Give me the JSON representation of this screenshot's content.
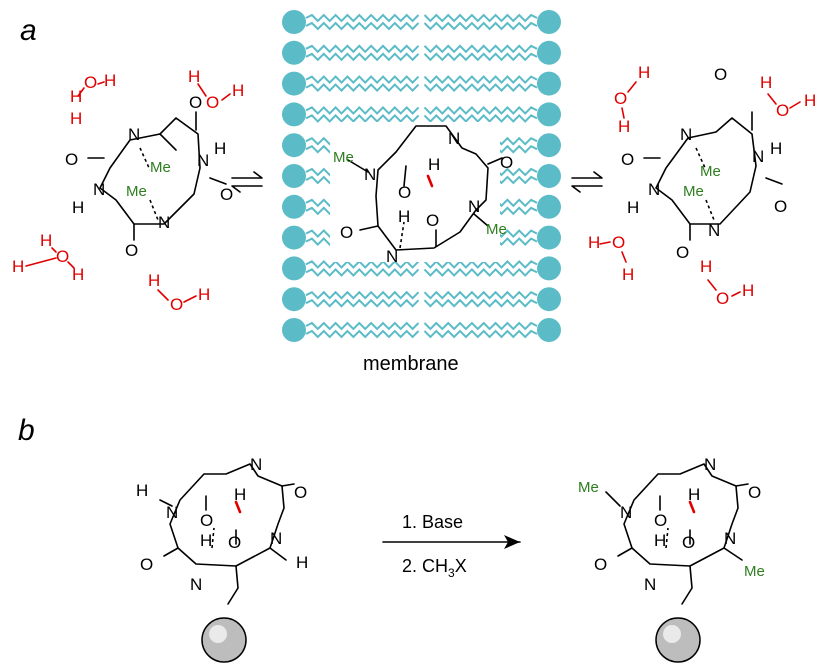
{
  "panels": {
    "a": "a",
    "b": "b"
  },
  "membrane_label": "membrane",
  "atoms": {
    "N": "N",
    "O": "O",
    "H": "H",
    "Me": "Me"
  },
  "reaction": {
    "step1": "1. Base",
    "step2_prefix": "2. CH",
    "step2_sub": "3",
    "step2_suffix": "X"
  },
  "colors": {
    "membrane": "#5bbcc8",
    "water": "#e00000",
    "methyl": "#2e7d1f"
  }
}
